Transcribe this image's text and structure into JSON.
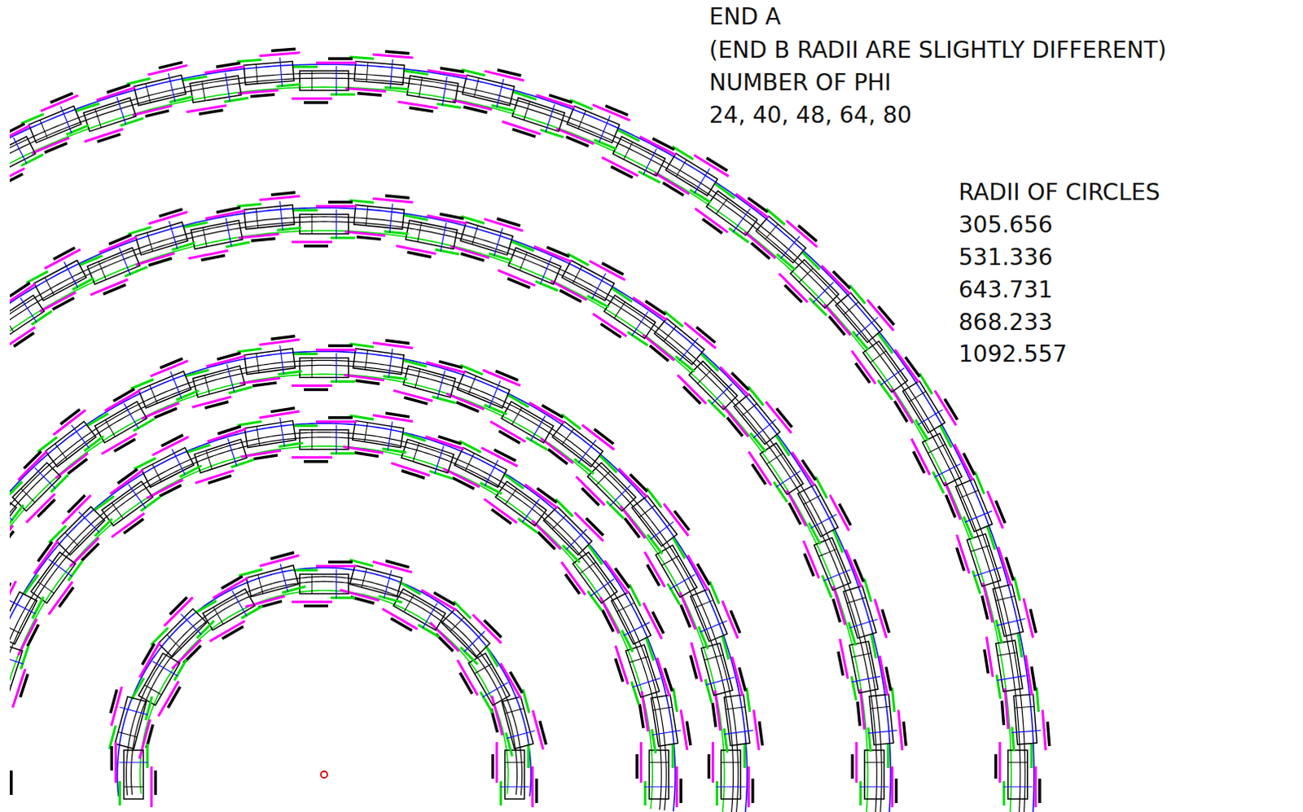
{
  "diagram": {
    "labels": [
      "END A",
      "(END B RADII ARE SLIGHTLY DIFFERENT)",
      "NUMBER OF PHI",
      "24, 40, 48, 64, 80",
      "RADII OF CIRCLES",
      "305.656",
      "531.336",
      "643.731",
      "868.233",
      "1092.557"
    ]
  }
}
